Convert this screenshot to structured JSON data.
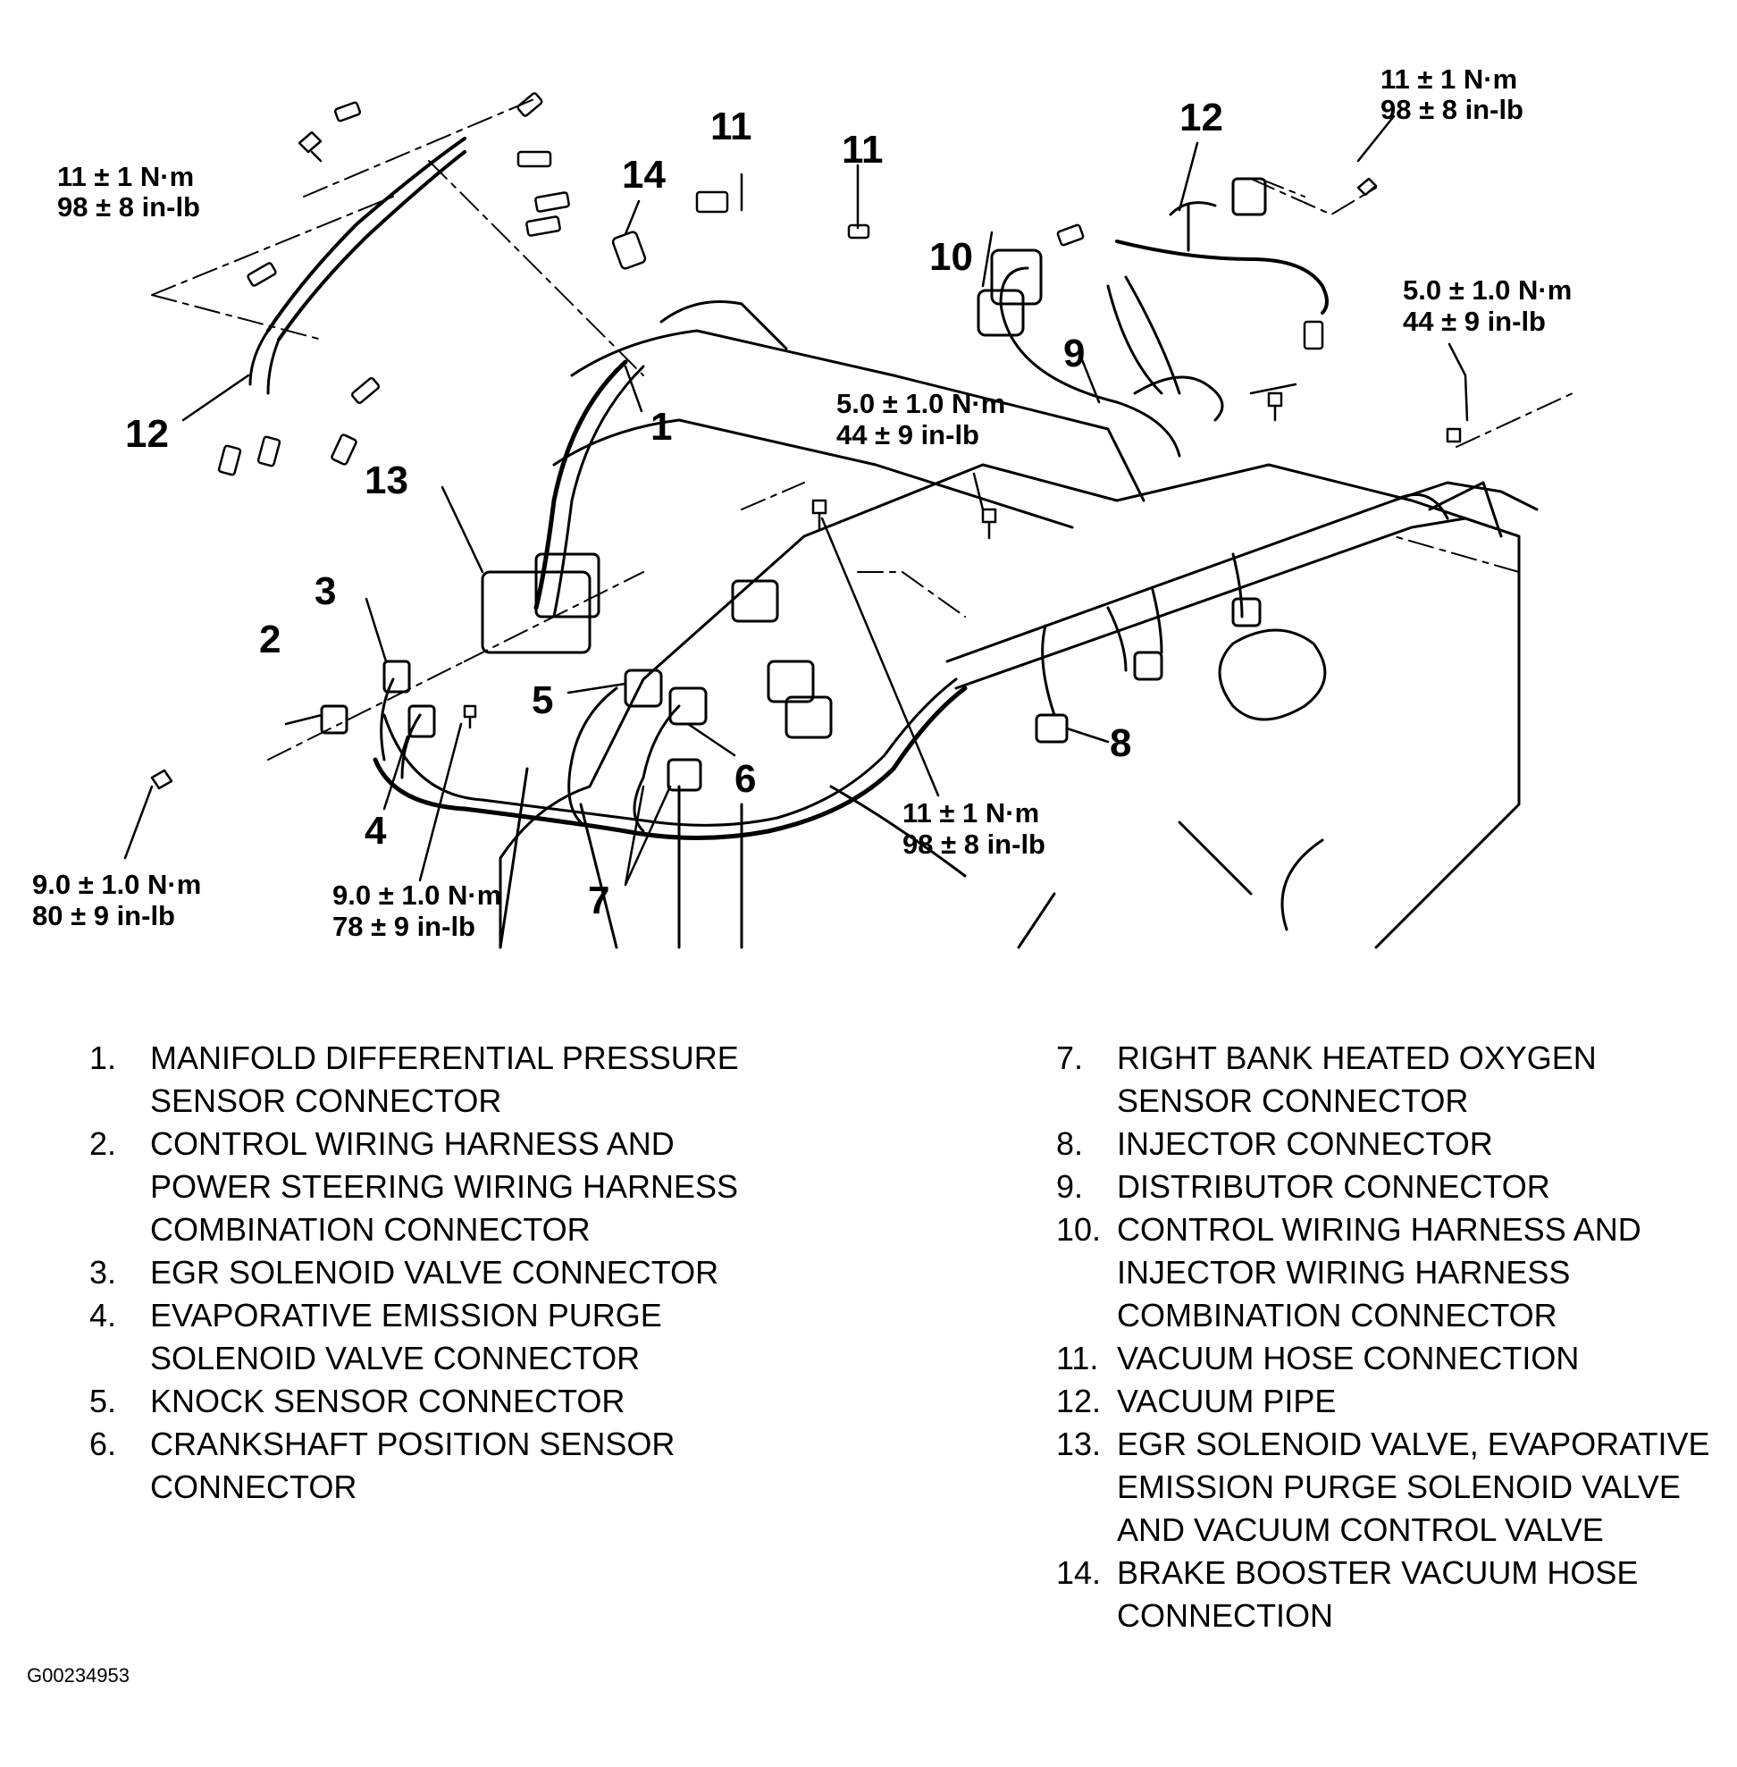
{
  "diagram": {
    "callouts": {
      "c1": "1",
      "c2": "2",
      "c3": "3",
      "c4": "4",
      "c5": "5",
      "c6": "6",
      "c7": "7",
      "c8": "8",
      "c9": "9",
      "c10": "10",
      "c11a": "11",
      "c11b": "11",
      "c12a": "12",
      "c12b": "12",
      "c13": "13",
      "c14": "14"
    },
    "torques": {
      "t_topleft_a": "11 ± 1 N·m",
      "t_topleft_b": "98 ± 8 in-lb",
      "t_topright_a": "11 ± 1 N·m",
      "t_topright_b": "98 ± 8 in-lb",
      "t_right_a": "5.0 ± 1.0 N·m",
      "t_right_b": "44 ± 9 in-lb",
      "t_center_a": "5.0 ± 1.0 N·m",
      "t_center_b": "44 ± 9 in-lb",
      "t_bottomcenter_a": "11 ± 1 N·m",
      "t_bottomcenter_b": "98 ± 8 in-lb",
      "t_bottomleft_a": "9.0 ± 1.0 N·m",
      "t_bottomleft_b": "80 ± 9 in-lb",
      "t_bottommid_a": "9.0 ± 1.0 N·m",
      "t_bottommid_b": "78 ± 9 in-lb"
    }
  },
  "legend": {
    "left": [
      {
        "num": "1.",
        "text": "MANIFOLD DIFFERENTIAL PRESSURE SENSOR CONNECTOR"
      },
      {
        "num": "2.",
        "text": "CONTROL WIRING HARNESS AND POWER STEERING WIRING HARNESS COMBINATION CONNECTOR"
      },
      {
        "num": "3.",
        "text": "EGR SOLENOID VALVE CONNECTOR"
      },
      {
        "num": "4.",
        "text": "EVAPORATIVE EMISSION PURGE SOLENOID VALVE CONNECTOR"
      },
      {
        "num": "5.",
        "text": "KNOCK SENSOR CONNECTOR"
      },
      {
        "num": "6.",
        "text": "CRANKSHAFT POSITION SENSOR CONNECTOR"
      }
    ],
    "right": [
      {
        "num": "7.",
        "text": "RIGHT BANK HEATED OXYGEN SENSOR CONNECTOR"
      },
      {
        "num": "8.",
        "text": "INJECTOR CONNECTOR"
      },
      {
        "num": "9.",
        "text": "DISTRIBUTOR CONNECTOR"
      },
      {
        "num": "10.",
        "text": "CONTROL WIRING HARNESS AND INJECTOR WIRING HARNESS COMBINATION CONNECTOR"
      },
      {
        "num": "11.",
        "text": "VACUUM HOSE CONNECTION"
      },
      {
        "num": "12.",
        "text": "VACUUM PIPE"
      },
      {
        "num": "13.",
        "text": "EGR SOLENOID VALVE, EVAPORATIVE EMISSION PURGE SOLENOID VALVE AND VACUUM CONTROL VALVE"
      },
      {
        "num": "14.",
        "text": "BRAKE BOOSTER VACUUM HOSE CONNECTION"
      }
    ]
  },
  "figure_id": "G00234953"
}
